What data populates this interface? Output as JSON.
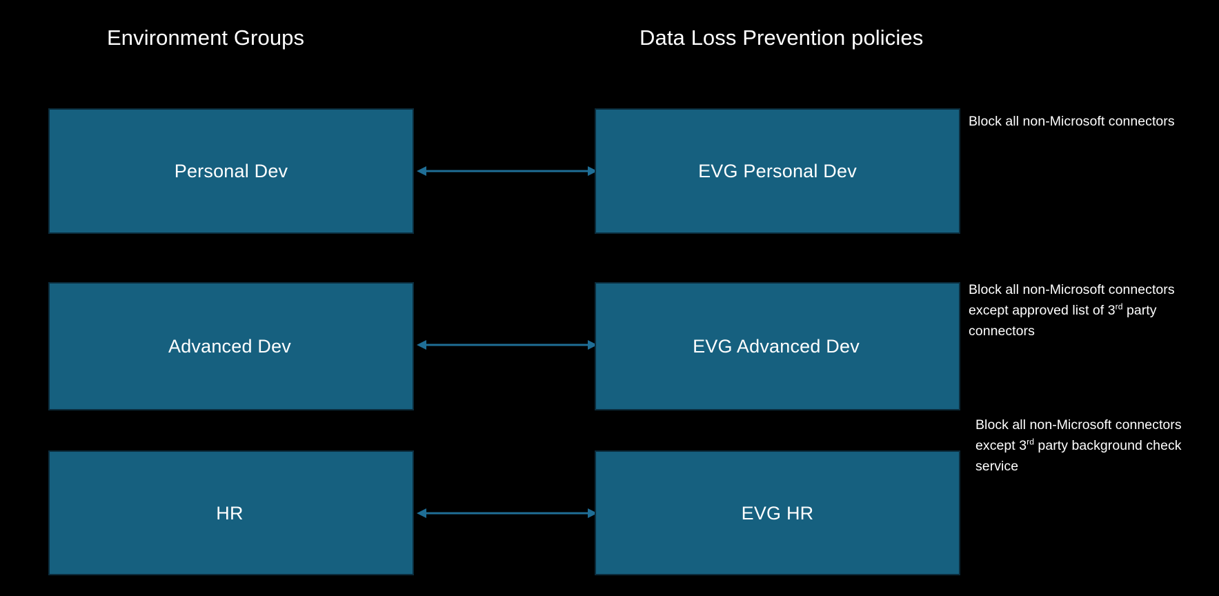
{
  "diagram": {
    "background_color": "#000000",
    "box_fill_color": "#16607f",
    "box_border_color": "#0b2c3c",
    "arrow_color": "#1f6e96",
    "text_color": "#ffffff"
  },
  "headings": {
    "left": "Environment Groups",
    "right": "Data Loss Prevention policies"
  },
  "rows": [
    {
      "environment_group": "Personal Dev",
      "dlp_policy": "EVG Personal Dev",
      "connector": "double-headed-arrow",
      "annotation_prefix": "Block all non-Microsoft connectors",
      "annotation_superscript": "",
      "annotation_suffix": "",
      "annotation_full": "Block all non-Microsoft connectors"
    },
    {
      "environment_group": "Advanced Dev",
      "dlp_policy": "EVG Advanced Dev",
      "connector": "double-headed-arrow",
      "annotation_prefix": "Block all non-Microsoft connectors except approved list of 3",
      "annotation_superscript": "rd",
      "annotation_suffix": " party connectors",
      "annotation_full": "Block all non-Microsoft connectors except approved list of 3rd party connectors"
    },
    {
      "environment_group": "HR",
      "dlp_policy": "EVG HR",
      "connector": "double-headed-arrow",
      "annotation_prefix": "Block all non-Microsoft connectors except 3",
      "annotation_superscript": "rd",
      "annotation_suffix": " party background check service",
      "annotation_full": "Block all non-Microsoft connectors except 3rd party background check service"
    }
  ]
}
